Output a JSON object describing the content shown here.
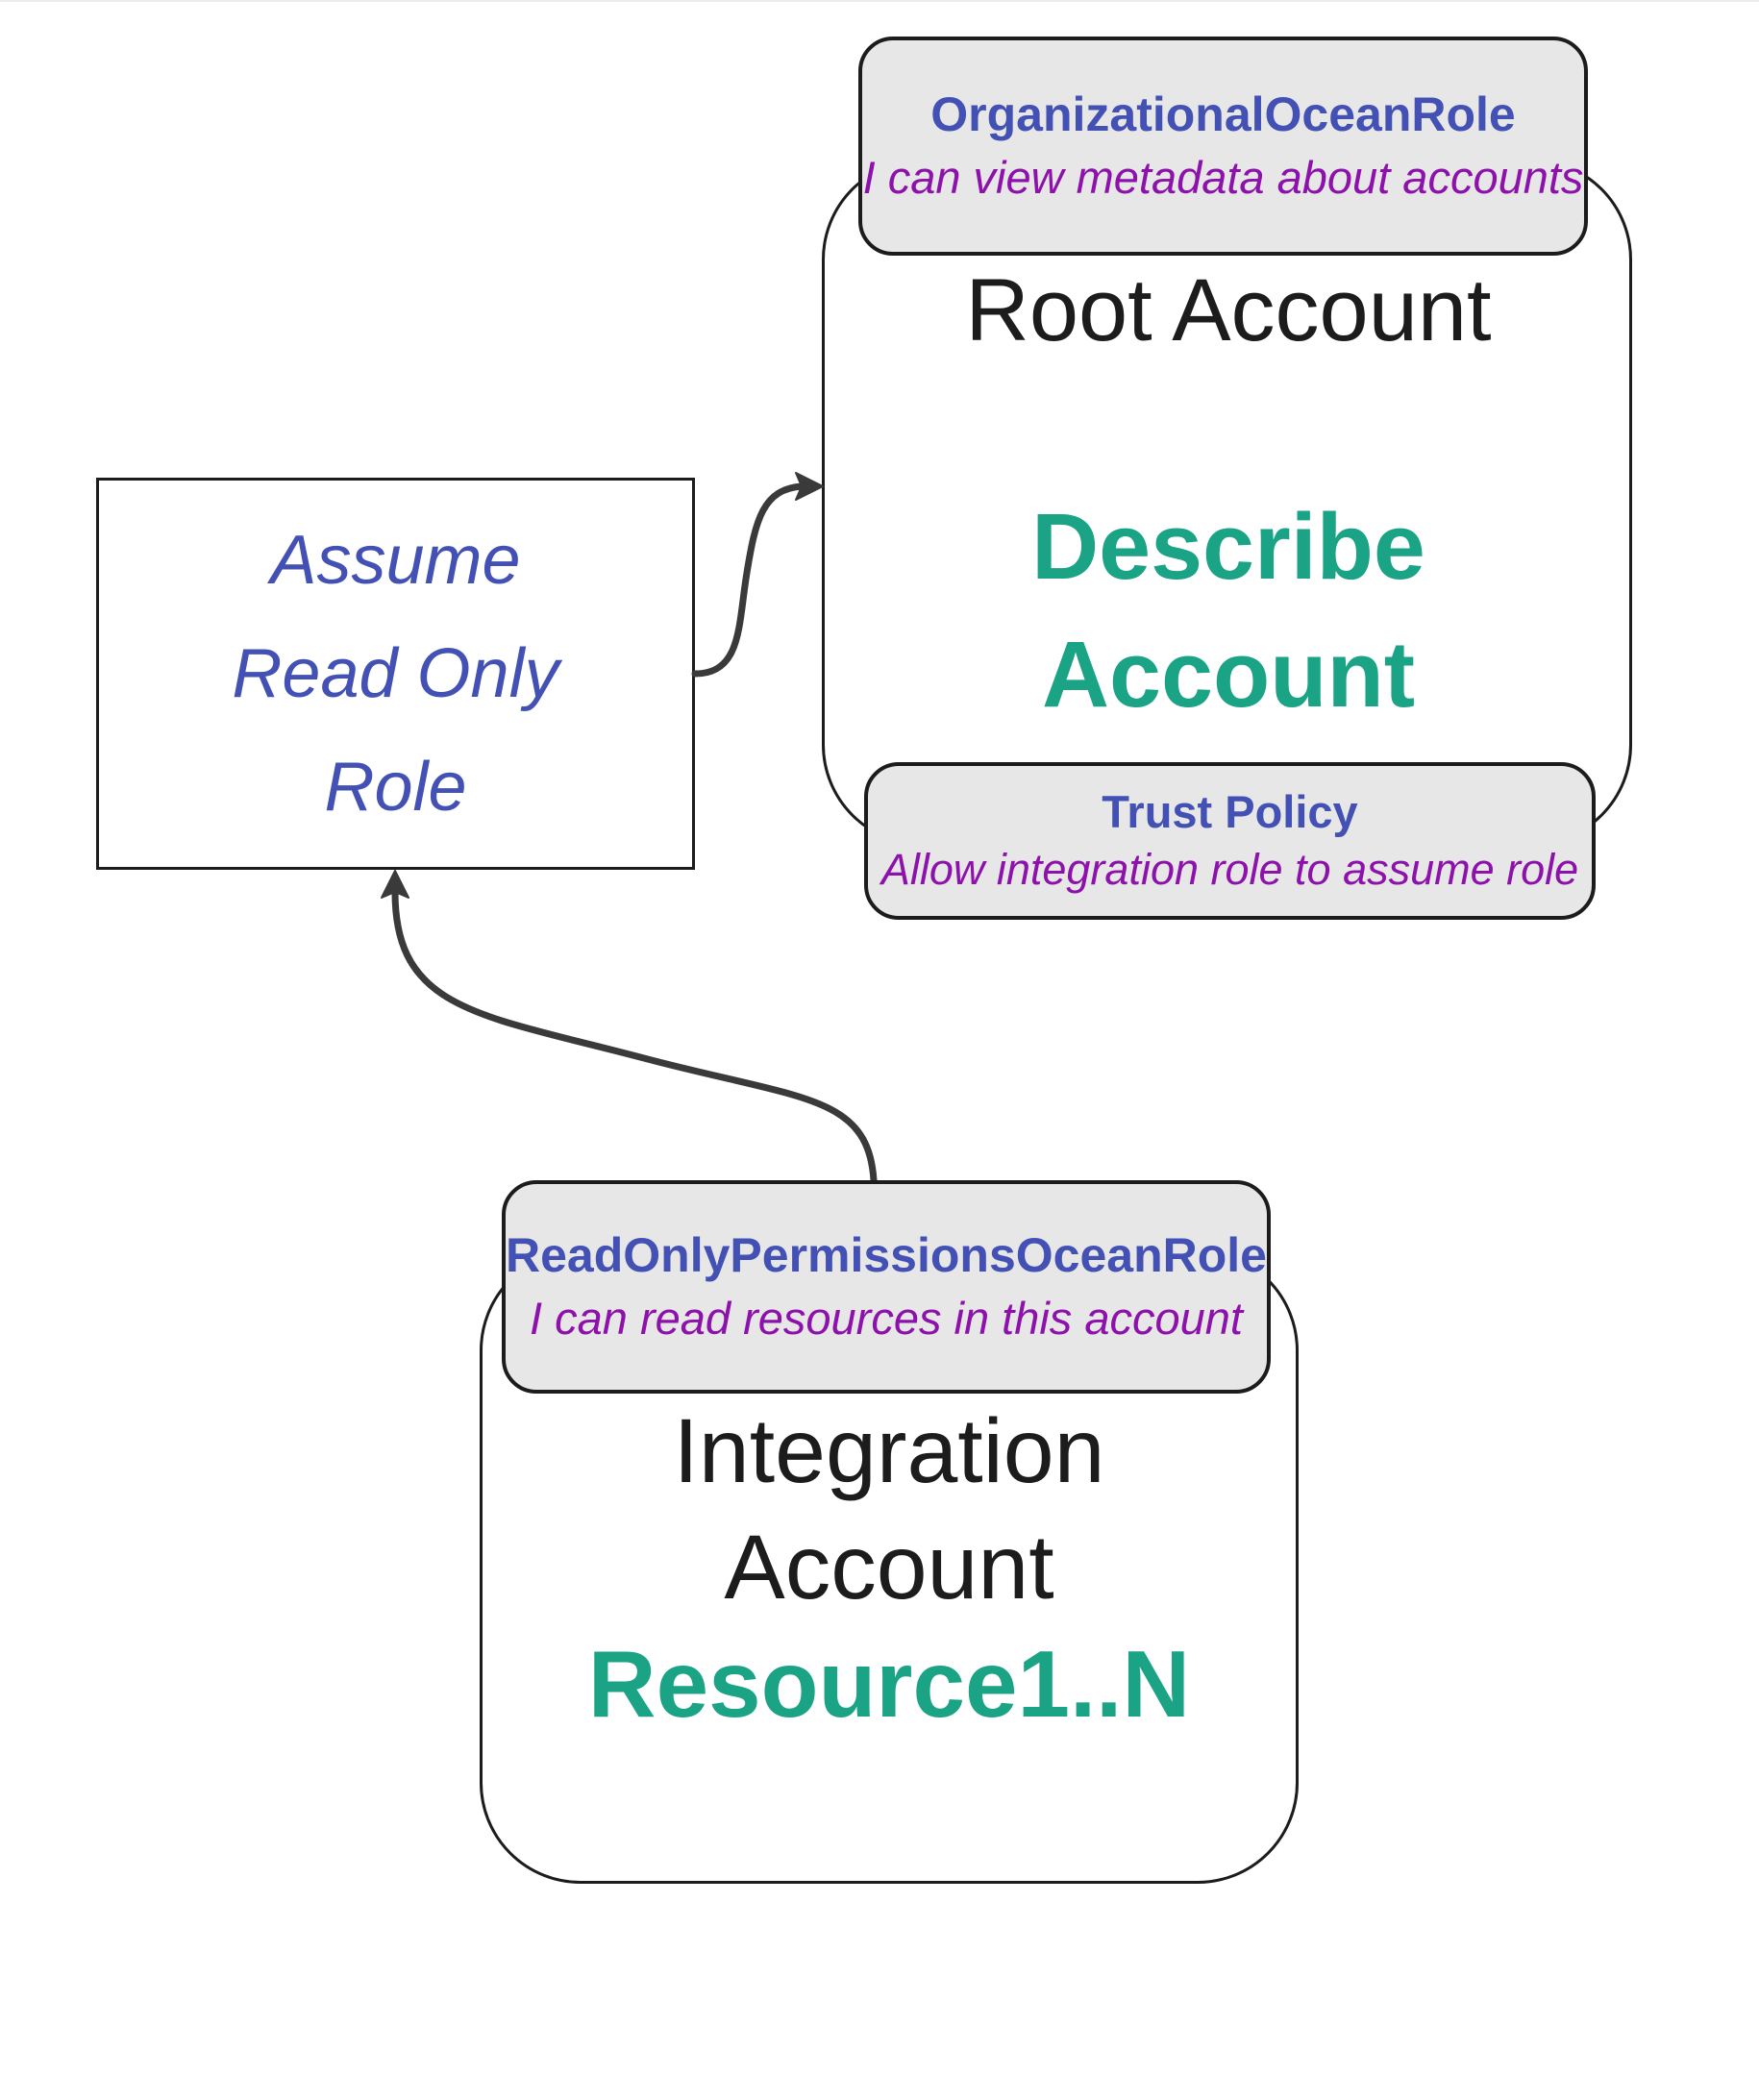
{
  "diagram": {
    "org_label": {
      "title": "OrganizationalOceanRole",
      "subtitle": "I can view metadata about accounts"
    },
    "root_account": {
      "title": "Root Account",
      "action_line1": "Describe",
      "action_line2": "Account"
    },
    "trust_policy": {
      "title": "Trust Policy",
      "subtitle": "Allow integration role to assume role"
    },
    "assume_role": {
      "line1": "Assume",
      "line2": "Read Only",
      "line3": "Role"
    },
    "readonly_label": {
      "title": "ReadOnlyPermissionsOceanRole",
      "subtitle": "I can read resources in this account"
    },
    "integration_account": {
      "title_line1": "Integration",
      "title_line2": "Account",
      "resource": "Resource1..N"
    }
  },
  "colors": {
    "indigo": "#4351b5",
    "purple": "#8d12ab",
    "teal": "#1aa385",
    "title": "#1c1c1c",
    "border": "#1c1c1c",
    "label_bg": "#e7e7e7",
    "arrow": "#3a3a3a"
  }
}
